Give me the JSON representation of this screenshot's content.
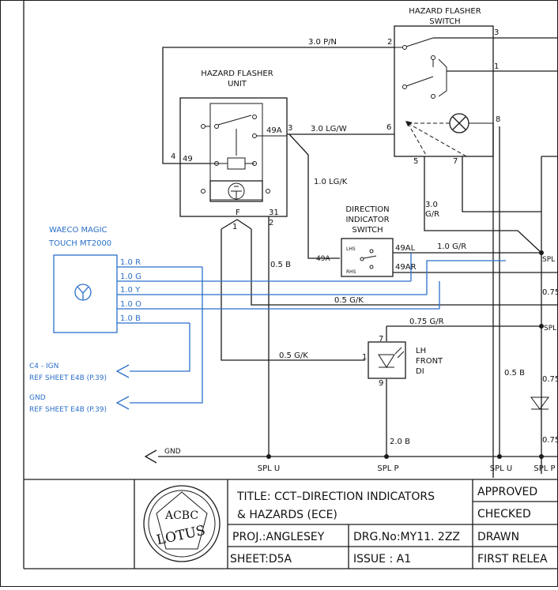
{
  "labels": {
    "hfs_title_1": "HAZARD FLASHER",
    "hfs_title_2": "SWITCH",
    "hfu_title_1": "HAZARD FLASHER",
    "hfu_title_2": "UNIT",
    "dis_title_1": "DIRECTION",
    "dis_title_2": "INDICATOR",
    "dis_title_3": "SWITCH",
    "waeco_1": "WAECO MAGIC",
    "waeco_2": "TOUCH MT2000",
    "wire_3p_n": "3.0 P/N",
    "wire_3lg_w": "3.0 LG/W",
    "wire_1lg_k": "1.0 LG/K",
    "wire_3gr_a": "3.0",
    "wire_3gr_b": "G/R",
    "wire_1g_r": "1.0 G/R",
    "wire_05b": "0.5 B",
    "wire_05gk": "0.5 G/K",
    "wire_05gk_2": "0.5 G/K",
    "wire_075gr": "0.75 G/R",
    "wire_05b_2": "0.5 B",
    "wire_2b": "2.0 B",
    "wire_075_a": "0.75",
    "wire_075_b": "0.75",
    "wire_075_c": "0.75",
    "blue_1r": "1.0 R",
    "blue_1g": "1.0 G",
    "blue_1y": "1.0 Y",
    "blue_1o": "1.0 O",
    "blue_1b": "1.0 B",
    "c4_1": "C4 - IGN",
    "c4_2": "REF SHEET E4B (P.39)",
    "gnd_1": "GND",
    "gnd_2": "REF SHEET E4B (P.39)",
    "gnd_arrow": "GND",
    "pin_2": "2",
    "pin_3": "3",
    "pin_1": "1",
    "pin_6": "6",
    "pin_8": "8",
    "pin_5": "5",
    "pin_7": "7",
    "pin_4": "4",
    "pin_49": "49",
    "pin_49a": "49A",
    "pin_3b": "3",
    "pin_f": "F",
    "pin_31": "31",
    "pin_1b": "1",
    "pin_2b": "2",
    "pin_lhs": "LHS",
    "pin_rhs": "RHS",
    "pin_49al": "49AL",
    "pin_49ar": "49AR",
    "pin_49a_in": "49A",
    "pin_7b": "7",
    "pin_1c": "1",
    "pin_9": "9",
    "lh_1": "LH",
    "lh_2": "FRONT",
    "lh_3": "DI",
    "spl_1": "SPL",
    "spl_2": "SPL",
    "spl_u1": "SPL U",
    "spl_p1": "SPL P",
    "spl_u2": "SPL U",
    "spl_p2": "SPL P"
  },
  "title_block": {
    "title_1": "TITLE: CCT–DIRECTION  INDICATORS",
    "title_2": "& HAZARDS (ECE)",
    "proj": "PROJ.:ANGLESEY",
    "drg": "DRG.No:MY11. 2ZZ",
    "sheet": "SHEET:D5A",
    "issue": "ISSUE  :  A1",
    "approved": "APPROVED",
    "checked": "CHECKED",
    "drawn": "DRAWN",
    "first_release": "FIRST RELEA",
    "logo_text": "LOTUS",
    "logo_monogram": "ACBC"
  },
  "colors": {
    "line": "#1a1a1a",
    "annotation_blue": "#2a6fc9",
    "background": "#ffffff"
  }
}
